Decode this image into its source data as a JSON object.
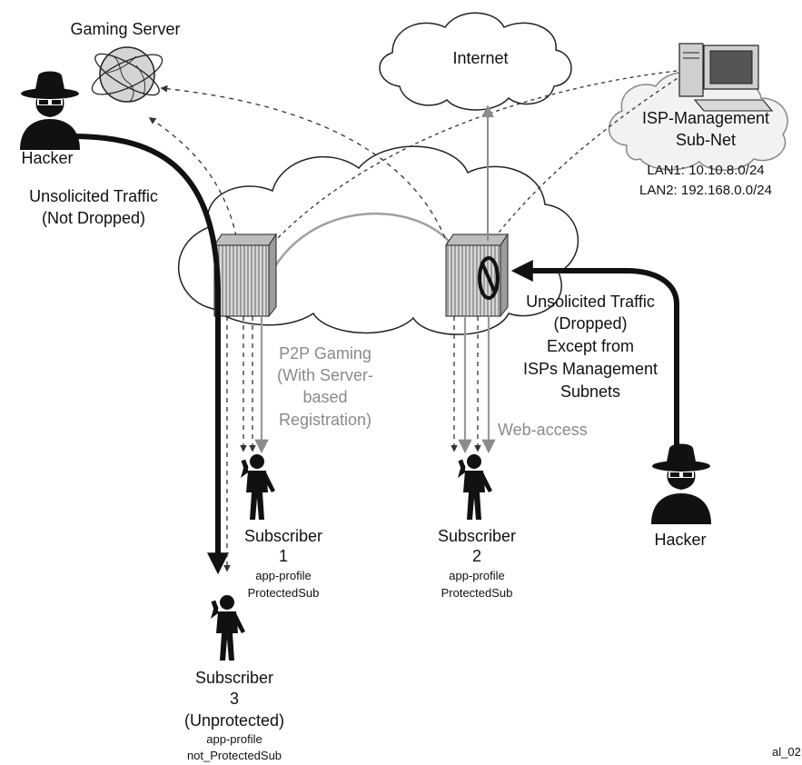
{
  "labels": {
    "gaming_server": "Gaming Server",
    "internet": "Internet",
    "hacker_left": "Hacker",
    "hacker_right": "Hacker",
    "isp_mgmt_line1": "ISP-Management",
    "isp_mgmt_line2": "Sub-Net",
    "lan1": "LAN1: 10.10.8.0/24",
    "lan2": "LAN2: 192.168.0.0/24",
    "unsolicited_left_line1": "Unsolicited Traffic",
    "unsolicited_left_line2": "(Not Dropped)",
    "unsolicited_right_line1": "Unsolicited Traffic",
    "unsolicited_right_line2": "(Dropped)",
    "unsolicited_right_line3": "Except from",
    "unsolicited_right_line4": "ISPs Management",
    "unsolicited_right_line5": "Subnets",
    "p2p_line1": "P2P Gaming",
    "p2p_line2": "(With Server-",
    "p2p_line3": "based",
    "p2p_line4": "Registration)",
    "web_access": "Web-access",
    "sub1_line1": "Subscriber",
    "sub1_line2": "1",
    "sub1_line3": "app-profile",
    "sub1_line4": "ProtectedSub",
    "sub2_line1": "Subscriber",
    "sub2_line2": "2",
    "sub2_line3": "app-profile",
    "sub2_line4": "ProtectedSub",
    "sub3_line1": "Subscriber",
    "sub3_line2": "3",
    "sub3_line3": "(Unprotected)",
    "sub3_line4": "app-profile",
    "sub3_line5": "not_ProtectedSub",
    "figure_id": "al_02"
  },
  "icons": {
    "hacker": "hacker-icon",
    "globe": "globe-icon",
    "computer": "computer-icon",
    "router": "router-icon",
    "block": "no-entry-icon",
    "person": "person-with-phone-icon"
  },
  "colors": {
    "ink": "#111111",
    "gray_text": "#8a8a8a",
    "gray_line": "#9a9a9a",
    "cloud_stroke": "#222222"
  }
}
